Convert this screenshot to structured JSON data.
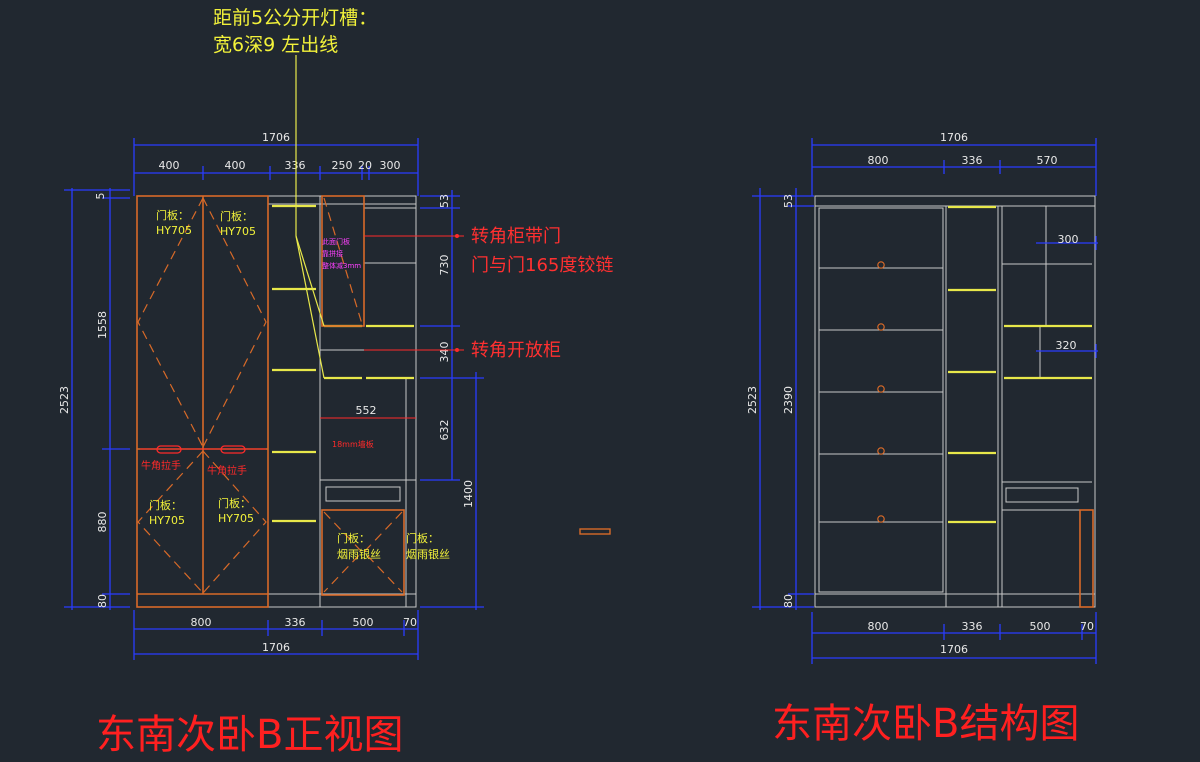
{
  "front_view": {
    "title": "东南次卧B正视图",
    "top_total": "1706",
    "top_segments": [
      "400",
      "400",
      "336",
      "250",
      "20",
      "300"
    ],
    "left_total": "2523",
    "left_segments": [
      "5",
      "1558",
      "880",
      "80"
    ],
    "right_segments": [
      "53",
      "730",
      "340",
      "632"
    ],
    "right_tall": "1400",
    "bottom_segments": [
      "800",
      "336",
      "500",
      "70"
    ],
    "bottom_total": "1706",
    "inner_dim": "552",
    "board_note": "18mm墙板",
    "door_upper_1": [
      "门板：",
      "HY705"
    ],
    "door_upper_2": [
      "门板：",
      "HY705"
    ],
    "door_lower_1": [
      "门板：",
      "HY705"
    ],
    "door_lower_2": [
      "门板：",
      "HY705"
    ],
    "handle_1": "牛角拉手",
    "handle_2": "牛角拉手",
    "glass_door_1": [
      "门板：",
      "烟雨银丝"
    ],
    "glass_door_2": [
      "门板：",
      "烟雨银丝"
    ],
    "corner_note": [
      "此面门板",
      "靠拼接",
      "整体减3mm"
    ]
  },
  "annotations": {
    "light_slot": [
      "距前5公分开灯槽：",
      "宽6深9 左出线"
    ],
    "corner_door": [
      "转角柜带门",
      "门与门165度铰链"
    ],
    "corner_open": "转角开放柜"
  },
  "structure_view": {
    "title": "东南次卧B结构图",
    "top_total": "1706",
    "top_segments": [
      "800",
      "336",
      "570"
    ],
    "left_total": "2523",
    "left_segments": [
      "53",
      "2390",
      "80"
    ],
    "right_dims": [
      "300",
      "320"
    ],
    "bottom_segments": [
      "800",
      "336",
      "500",
      "70"
    ],
    "bottom_total": "1706"
  }
}
